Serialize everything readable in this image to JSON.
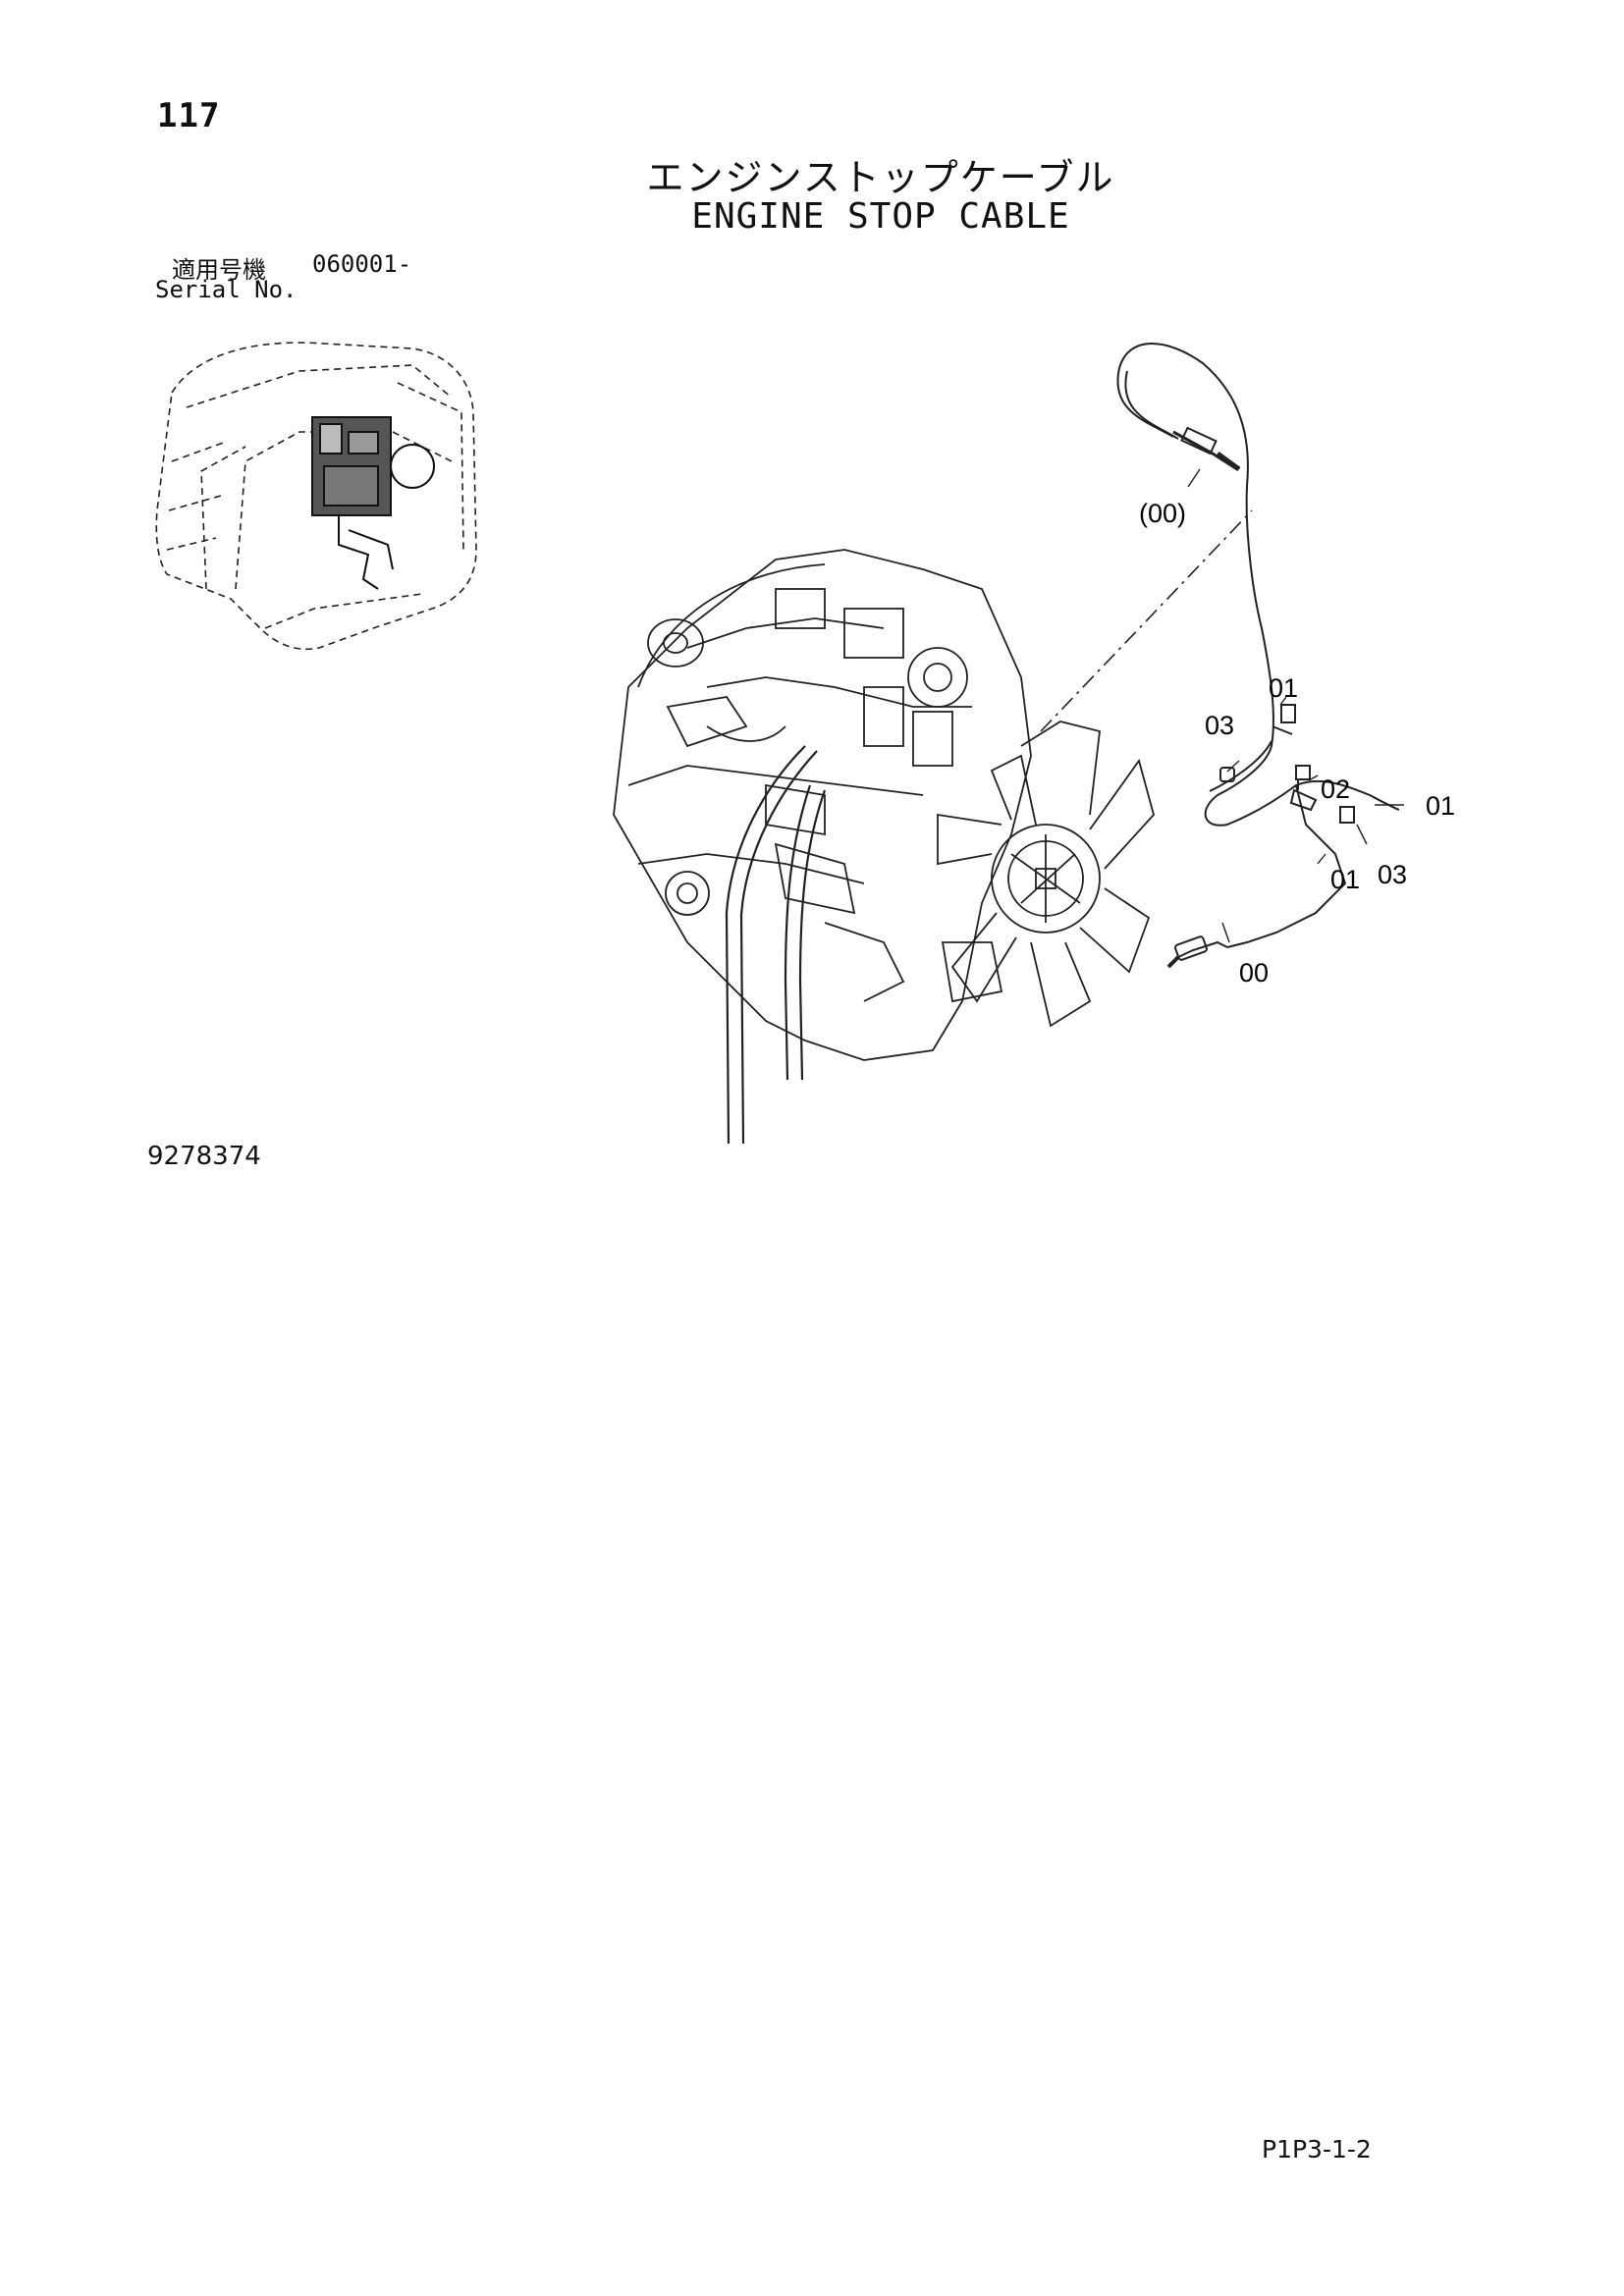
{
  "header": {
    "page_number": "117",
    "title_jp": "エンジンストップケーブル",
    "title_en": "ENGINE STOP CABLE"
  },
  "serial": {
    "label_jp": "適用号機",
    "value": "060001-",
    "label_en": "Serial No."
  },
  "callouts": {
    "assembly": "(00)",
    "c01_top": "01",
    "c03_left": "03",
    "c02": "02",
    "c01_right": "01",
    "c01_bottom": "01",
    "c03_right": "03",
    "c00": "00"
  },
  "drawing_number": "9278374",
  "footer_code": "P1P3-1-2"
}
